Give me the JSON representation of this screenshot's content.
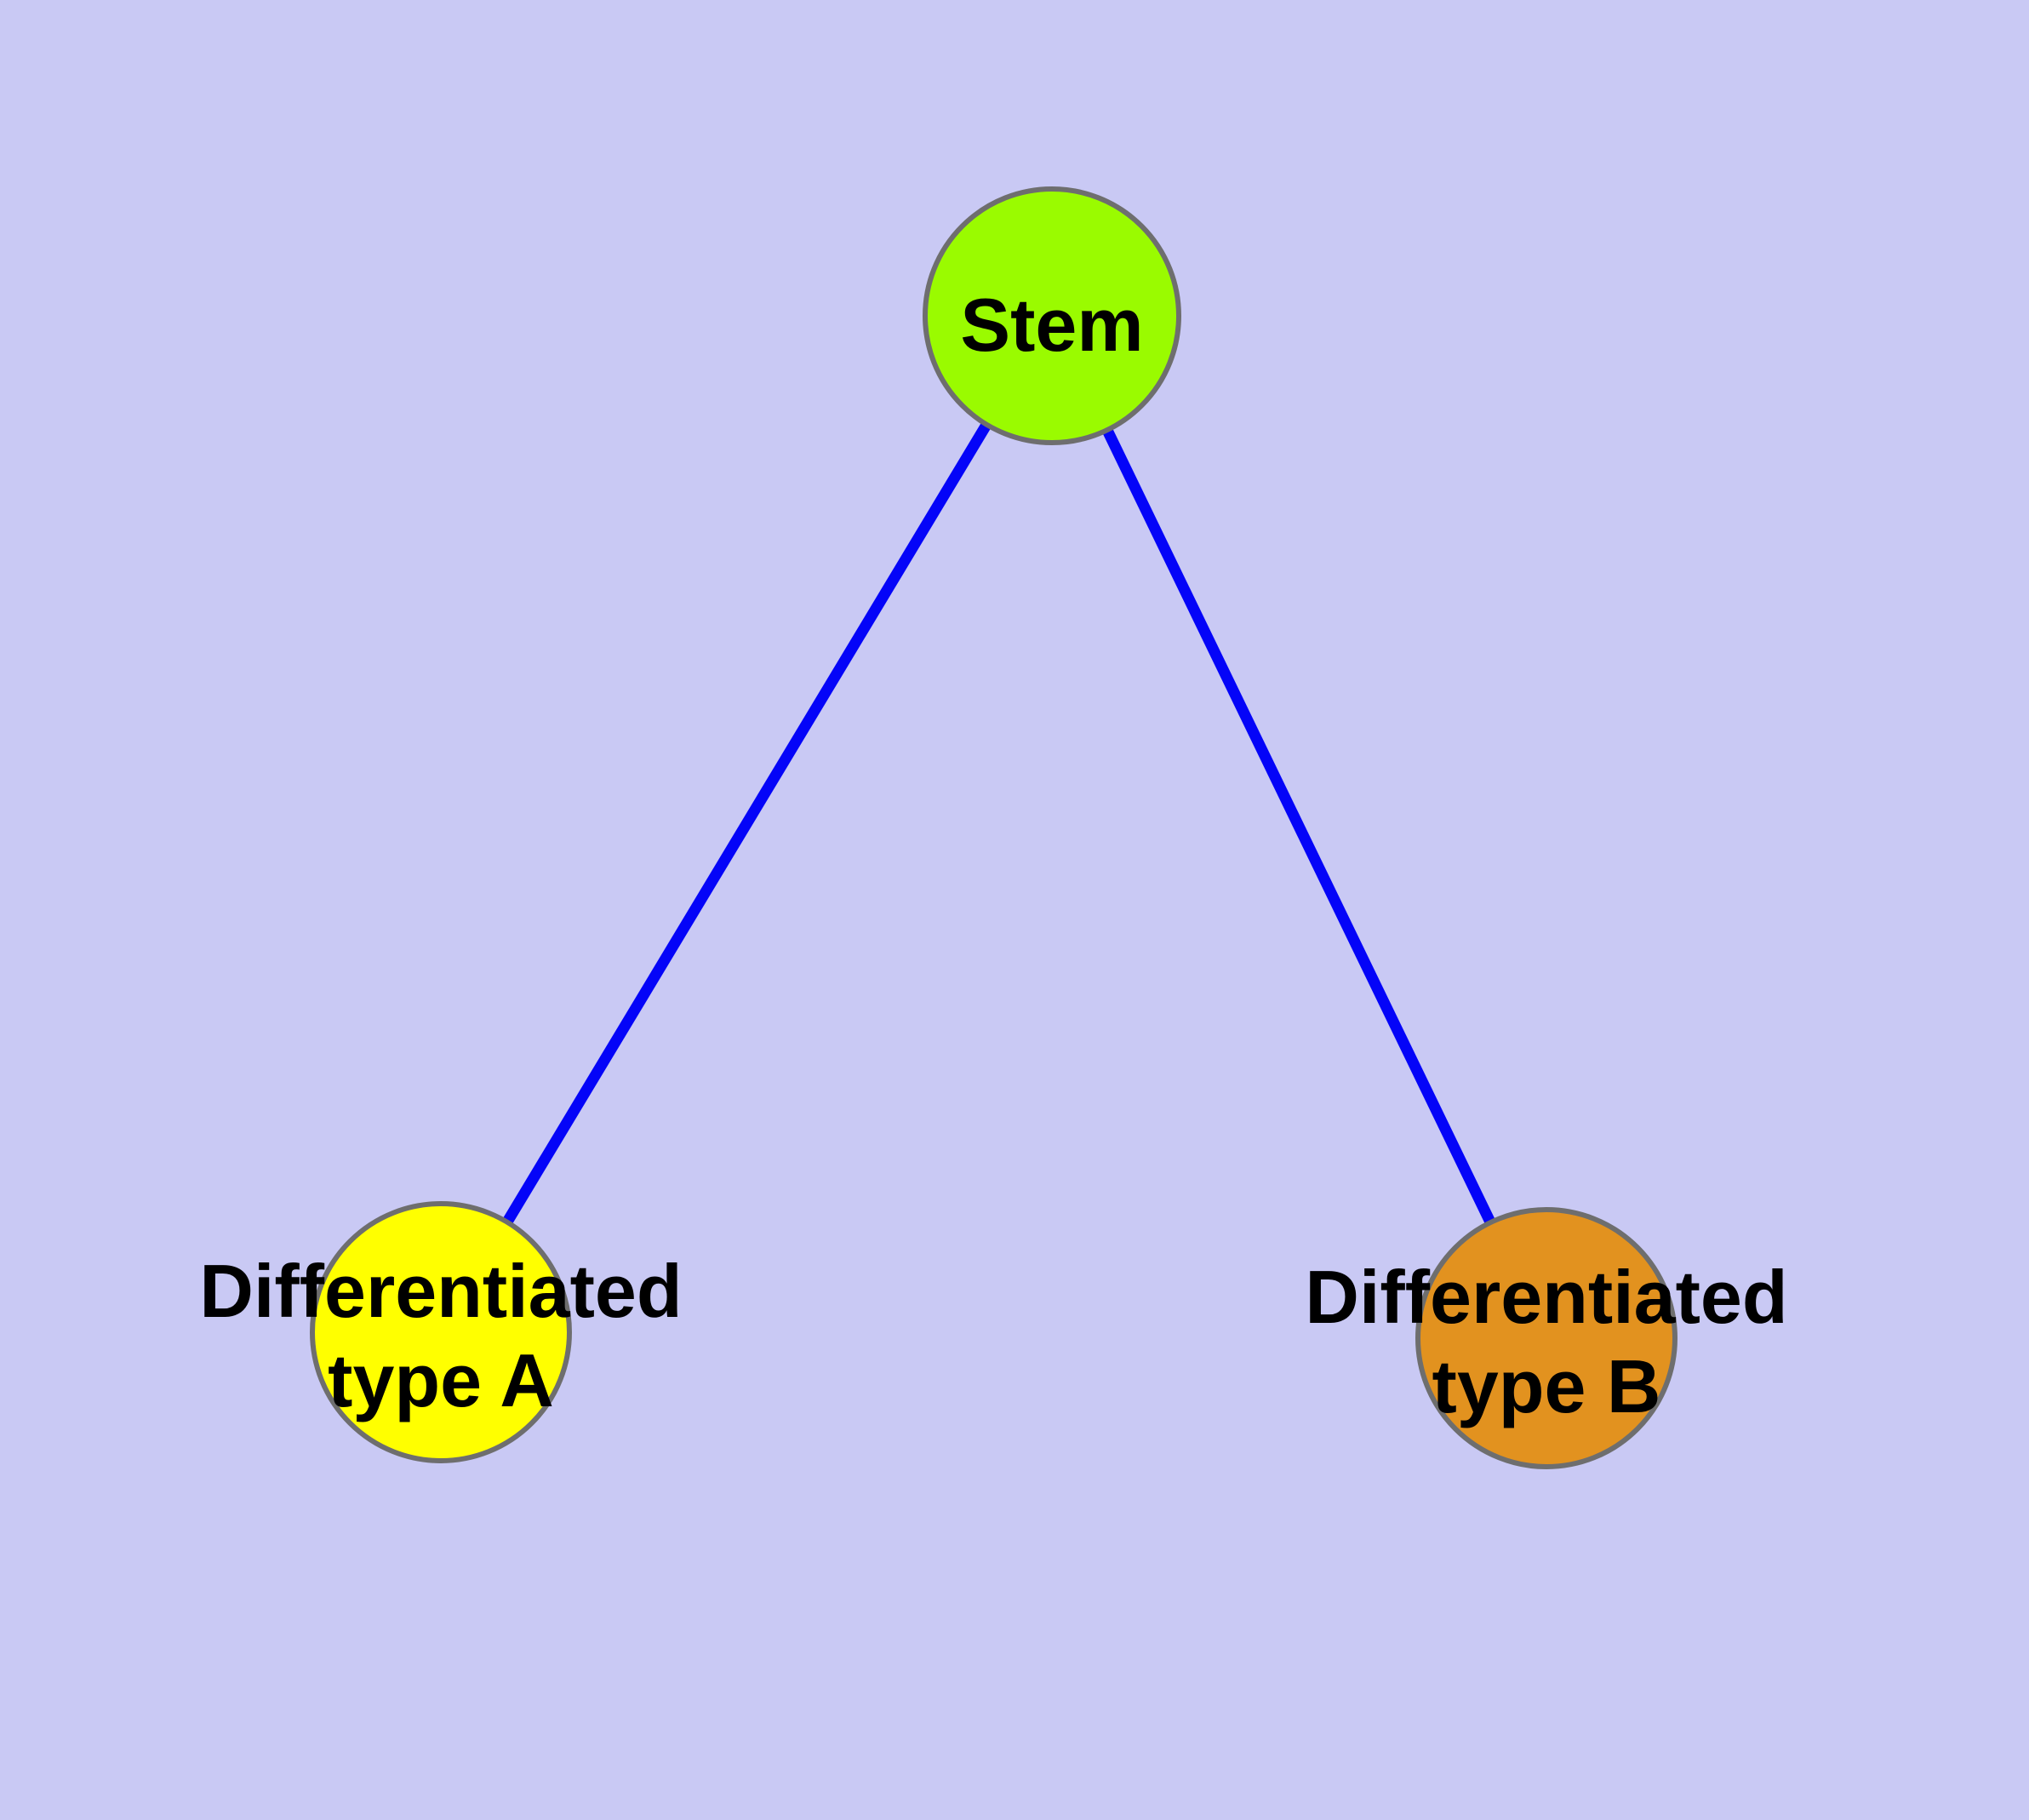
{
  "diagram": {
    "type": "graph",
    "background_color": "#C9C9F4",
    "edge_color": "#0404F8",
    "edge_width": 13,
    "node_border_color": "#6E6E6E",
    "text_color": "#000000",
    "nodes": {
      "stem": {
        "label": "Stem",
        "fill": "#9AFB00"
      },
      "type_a": {
        "label": "Differentiated type A",
        "line1": "Differentiated",
        "line2": "type A",
        "fill": "#FFFF00"
      },
      "type_b": {
        "label": "Differentiated type B",
        "line1": "Differentiated",
        "line2": "type B",
        "fill": "#E2921F"
      }
    },
    "edges": [
      {
        "from": "Stem",
        "to": "Differentiated type A"
      },
      {
        "from": "Stem",
        "to": "Differentiated type B"
      }
    ]
  }
}
